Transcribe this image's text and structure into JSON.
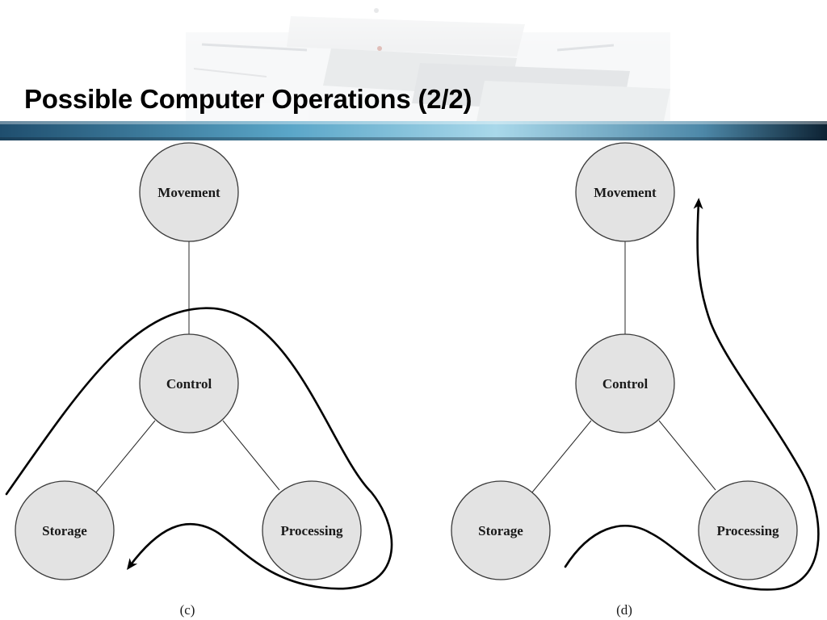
{
  "slide": {
    "title": "Possible Computer Operations (2/2)"
  },
  "diagrams": [
    {
      "caption": "(c)",
      "nodes": {
        "movement": "Movement",
        "control": "Control",
        "storage": "Storage",
        "processing": "Processing"
      }
    },
    {
      "caption": "(d)",
      "nodes": {
        "movement": "Movement",
        "control": "Control",
        "storage": "Storage",
        "processing": "Processing"
      }
    }
  ],
  "colors": {
    "node_fill": "#e3e3e3",
    "header_band_dark": "#1f4e6e",
    "header_band_light": "#7fc3e0"
  }
}
